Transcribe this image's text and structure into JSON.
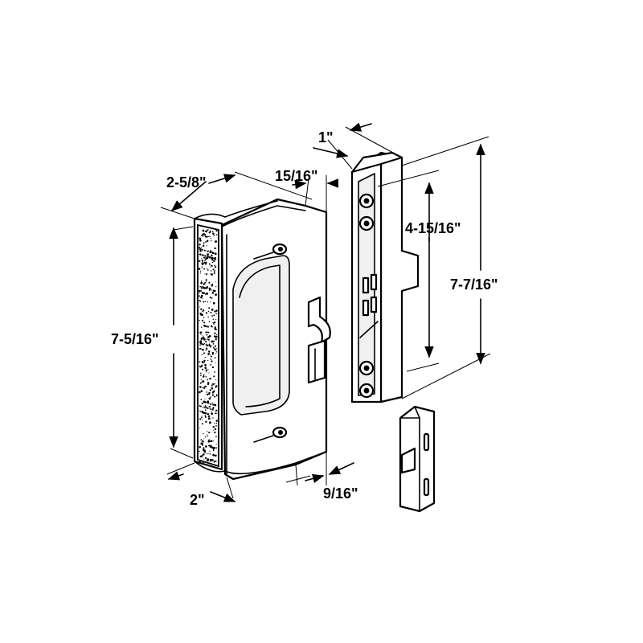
{
  "dimensions": {
    "handle_width": "2-5/8\"",
    "handle_depth": "15/16\"",
    "handle_height": "7-5/16\"",
    "handle_base": "2\"",
    "handle_offset": "9/16\"",
    "mount_depth": "1\"",
    "hole_spacing": "4-15/16\"",
    "mount_height": "7-7/16\""
  },
  "colors": {
    "line": "#000000",
    "background": "#ffffff",
    "texture": "#000000"
  }
}
